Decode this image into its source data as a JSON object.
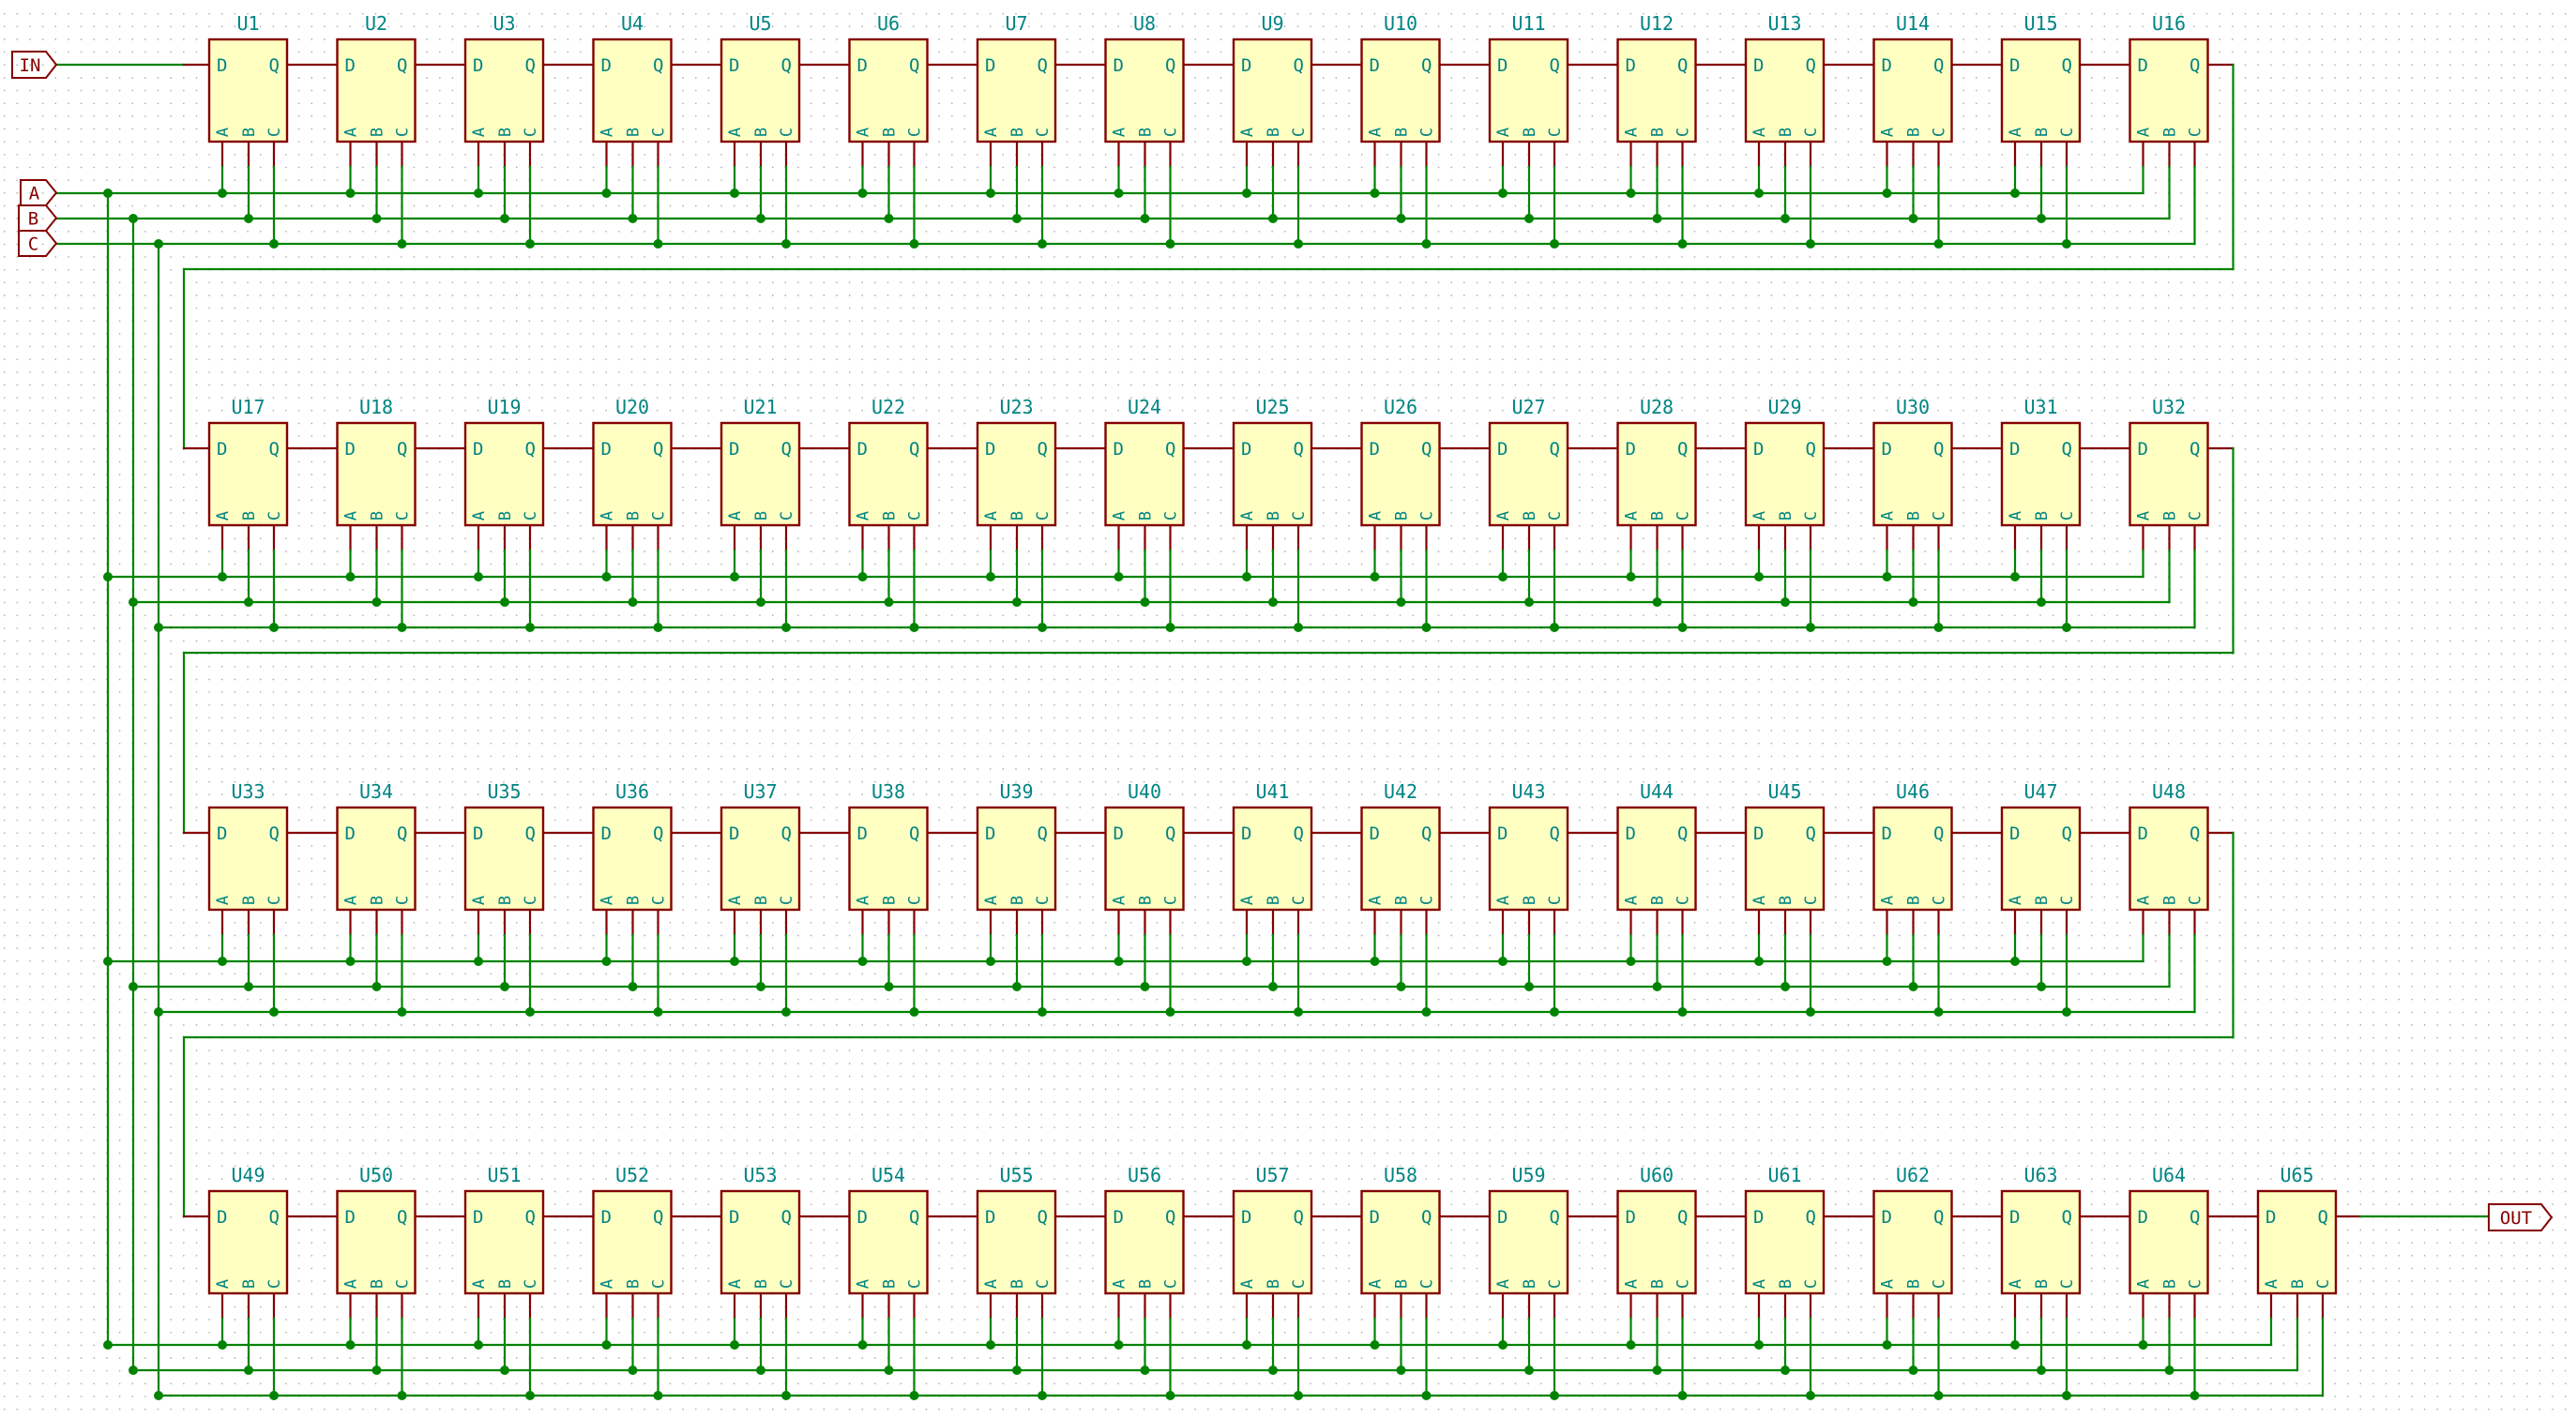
{
  "schematic": {
    "colors": {
      "background": "#ffffff",
      "grid_dot": "#8a8a8a",
      "wire": "#008400",
      "pin": "#840000",
      "symbol_border": "#840000",
      "symbol_fill": "#ffffc2",
      "symbol_text": "#008484",
      "label_text": "#840000",
      "junction": "#008400"
    },
    "input_labels": [
      {
        "name": "IN",
        "role": "data-input"
      },
      {
        "name": "A",
        "role": "select-input"
      },
      {
        "name": "B",
        "role": "select-input"
      },
      {
        "name": "C",
        "role": "select-input"
      }
    ],
    "output_label": {
      "name": "OUT"
    },
    "symbol_pins": {
      "data_in": "D",
      "data_out": "Q",
      "bottom": [
        "A",
        "B",
        "C"
      ]
    },
    "rows": [
      {
        "components": [
          "U1",
          "U2",
          "U3",
          "U4",
          "U5",
          "U6",
          "U7",
          "U8",
          "U9",
          "U10",
          "U11",
          "U12",
          "U13",
          "U14",
          "U15",
          "U16"
        ]
      },
      {
        "components": [
          "U17",
          "U18",
          "U19",
          "U20",
          "U21",
          "U22",
          "U23",
          "U24",
          "U25",
          "U26",
          "U27",
          "U28",
          "U29",
          "U30",
          "U31",
          "U32"
        ]
      },
      {
        "components": [
          "U33",
          "U34",
          "U35",
          "U36",
          "U37",
          "U38",
          "U39",
          "U40",
          "U41",
          "U42",
          "U43",
          "U44",
          "U45",
          "U46",
          "U47",
          "U48"
        ]
      },
      {
        "components": [
          "U49",
          "U50",
          "U51",
          "U52",
          "U53",
          "U54",
          "U55",
          "U56",
          "U57",
          "U58",
          "U59",
          "U60",
          "U61",
          "U62",
          "U63",
          "U64",
          "U65"
        ]
      }
    ]
  }
}
